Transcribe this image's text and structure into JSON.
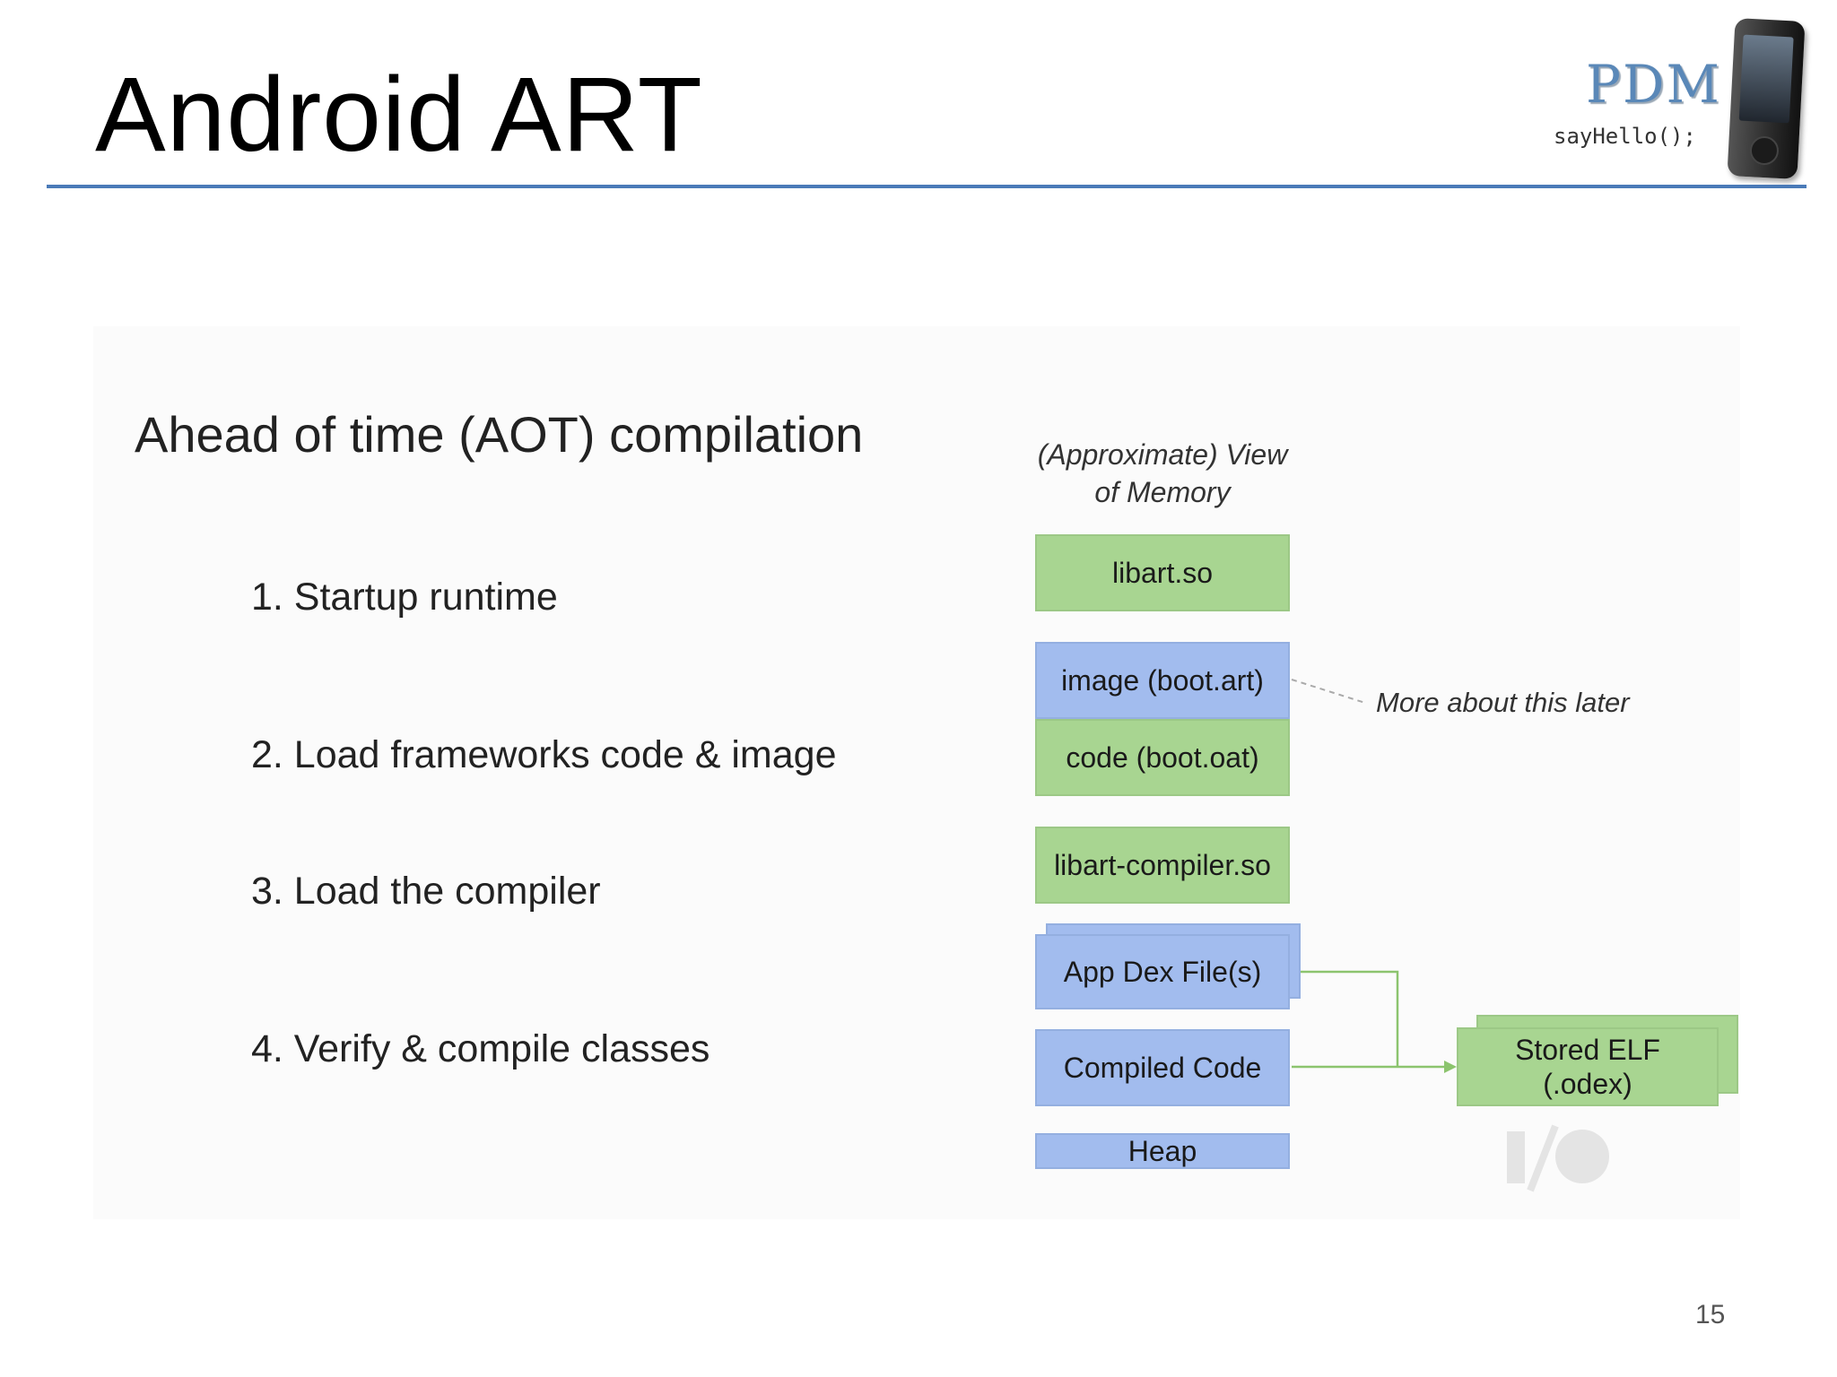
{
  "slide": {
    "title": "Android ART",
    "page_number": "15"
  },
  "logo": {
    "text": "PDM",
    "subtitle": "sayHello();"
  },
  "content": {
    "heading": "Ahead of time (AOT) compilation",
    "steps": [
      "1. Startup runtime",
      "2. Load frameworks code & image",
      "3. Load the compiler",
      "4. Verify & compile classes"
    ]
  },
  "memory": {
    "caption_line1": "(Approximate) View",
    "caption_line2": "of Memory",
    "blocks": [
      {
        "label": "libart.so",
        "color": "green"
      },
      {
        "label": "image (boot.art)",
        "color": "blue"
      },
      {
        "label": "code (boot.oat)",
        "color": "green"
      },
      {
        "label": "libart-compiler.so",
        "color": "green"
      },
      {
        "label": "App Dex File(s)",
        "color": "blue"
      },
      {
        "label": "Compiled Code",
        "color": "blue"
      },
      {
        "label": "Heap",
        "color": "blue"
      }
    ],
    "note": "More about this later",
    "output_line1": "Stored ELF",
    "output_line2": "(.odex)"
  },
  "colors": {
    "title_rule": "#4a7ab8",
    "block_green": "#a8d591",
    "block_blue": "#a2bcee",
    "connector": "#8cc46e"
  }
}
